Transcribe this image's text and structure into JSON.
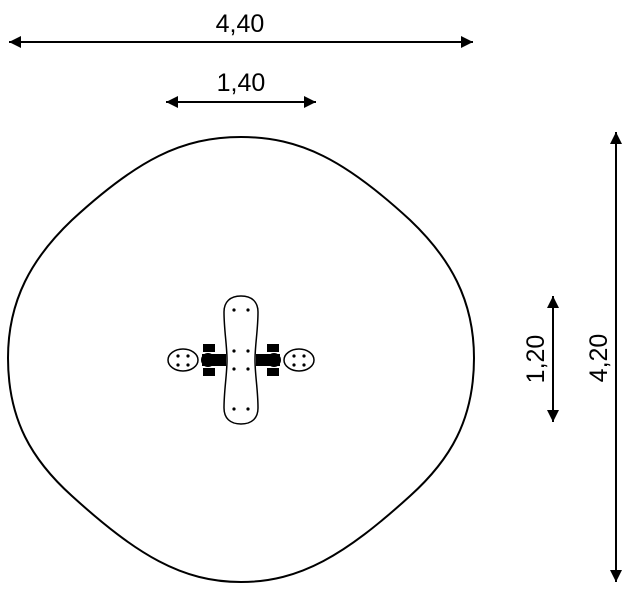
{
  "dimensions": {
    "overall_width": "4,40",
    "equipment_width": "1,40",
    "equipment_depth": "1,20",
    "overall_depth": "4,20"
  },
  "colors": {
    "line": "#000000",
    "background": "#ffffff"
  }
}
